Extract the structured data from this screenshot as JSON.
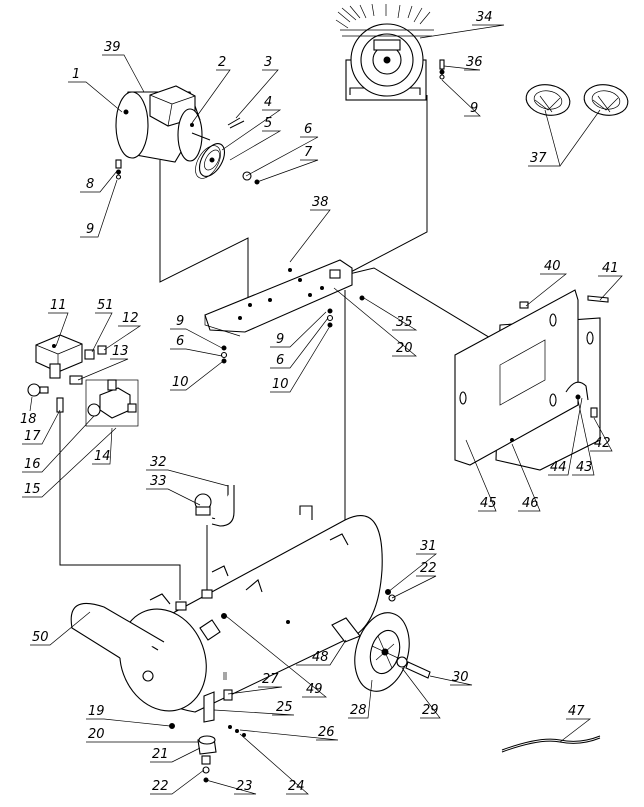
{
  "diagram": {
    "callouts": [
      {
        "id": "c1",
        "label": "1"
      },
      {
        "id": "c39",
        "label": "39"
      },
      {
        "id": "c2",
        "label": "2"
      },
      {
        "id": "c3",
        "label": "3"
      },
      {
        "id": "c4",
        "label": "4"
      },
      {
        "id": "c5",
        "label": "5"
      },
      {
        "id": "c6a",
        "label": "6"
      },
      {
        "id": "c7",
        "label": "7"
      },
      {
        "id": "c8",
        "label": "8"
      },
      {
        "id": "c9a",
        "label": "9"
      },
      {
        "id": "c34",
        "label": "34"
      },
      {
        "id": "c36",
        "label": "36"
      },
      {
        "id": "c9b",
        "label": "9"
      },
      {
        "id": "c37",
        "label": "37"
      },
      {
        "id": "c38",
        "label": "38"
      },
      {
        "id": "c35",
        "label": "35"
      },
      {
        "id": "c20a",
        "label": "20"
      },
      {
        "id": "c9c",
        "label": "9"
      },
      {
        "id": "c6b",
        "label": "6"
      },
      {
        "id": "c10a",
        "label": "10"
      },
      {
        "id": "c9d",
        "label": "9"
      },
      {
        "id": "c6c",
        "label": "6"
      },
      {
        "id": "c10b",
        "label": "10"
      },
      {
        "id": "c11",
        "label": "11"
      },
      {
        "id": "c51",
        "label": "51"
      },
      {
        "id": "c12",
        "label": "12"
      },
      {
        "id": "c13",
        "label": "13"
      },
      {
        "id": "c18",
        "label": "18"
      },
      {
        "id": "c17",
        "label": "17"
      },
      {
        "id": "c16",
        "label": "16"
      },
      {
        "id": "c14",
        "label": "14"
      },
      {
        "id": "c15",
        "label": "15"
      },
      {
        "id": "c40",
        "label": "40"
      },
      {
        "id": "c41",
        "label": "41"
      },
      {
        "id": "c42",
        "label": "42"
      },
      {
        "id": "c43",
        "label": "43"
      },
      {
        "id": "c44",
        "label": "44"
      },
      {
        "id": "c45",
        "label": "45"
      },
      {
        "id": "c46",
        "label": "46"
      },
      {
        "id": "c32",
        "label": "32"
      },
      {
        "id": "c33",
        "label": "33"
      },
      {
        "id": "c31",
        "label": "31"
      },
      {
        "id": "c22a",
        "label": "22"
      },
      {
        "id": "c50",
        "label": "50"
      },
      {
        "id": "c48",
        "label": "48"
      },
      {
        "id": "c49",
        "label": "49"
      },
      {
        "id": "c27",
        "label": "27"
      },
      {
        "id": "c25",
        "label": "25"
      },
      {
        "id": "c19",
        "label": "19"
      },
      {
        "id": "c20b",
        "label": "20"
      },
      {
        "id": "c26",
        "label": "26"
      },
      {
        "id": "c21",
        "label": "21"
      },
      {
        "id": "c22b",
        "label": "22"
      },
      {
        "id": "c23",
        "label": "23"
      },
      {
        "id": "c24",
        "label": "24"
      },
      {
        "id": "c28",
        "label": "28"
      },
      {
        "id": "c29",
        "label": "29"
      },
      {
        "id": "c30",
        "label": "30"
      },
      {
        "id": "c47",
        "label": "47"
      }
    ]
  }
}
